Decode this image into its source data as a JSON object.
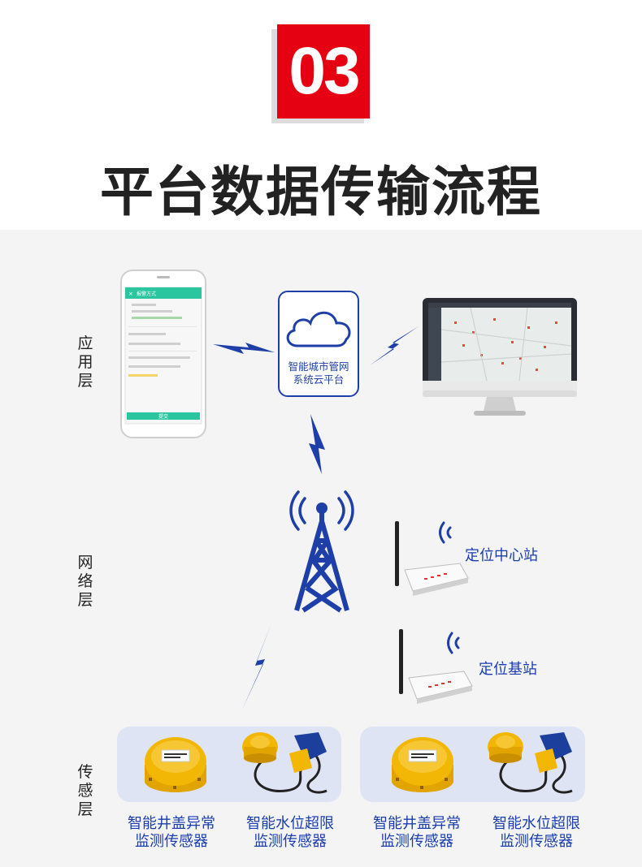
{
  "header": {
    "badge": "03",
    "title": "平台数据传输流程"
  },
  "layers": {
    "application": "应用层",
    "network": "网络层",
    "sensing": "传感层"
  },
  "cloud": {
    "line1": "智能城市管网",
    "line2": "系统云平台"
  },
  "stations": {
    "center": "定位中心站",
    "base": "定位基站"
  },
  "sensors": [
    {
      "line1": "智能井盖异常",
      "line2": "监测传感器"
    },
    {
      "line1": "智能水位超限",
      "line2": "监测传感器"
    },
    {
      "line1": "智能井盖异常",
      "line2": "监测传感器"
    },
    {
      "line1": "智能水位超限",
      "line2": "监测传感器"
    }
  ],
  "phone": {
    "app_title": "报警方式",
    "submit_label": "提交"
  },
  "colors": {
    "accent_red": "#e50012",
    "diagram_blue": "#1f3fa8",
    "app_green": "#2bc6a0",
    "sensor_yellow": "#f2b705"
  }
}
